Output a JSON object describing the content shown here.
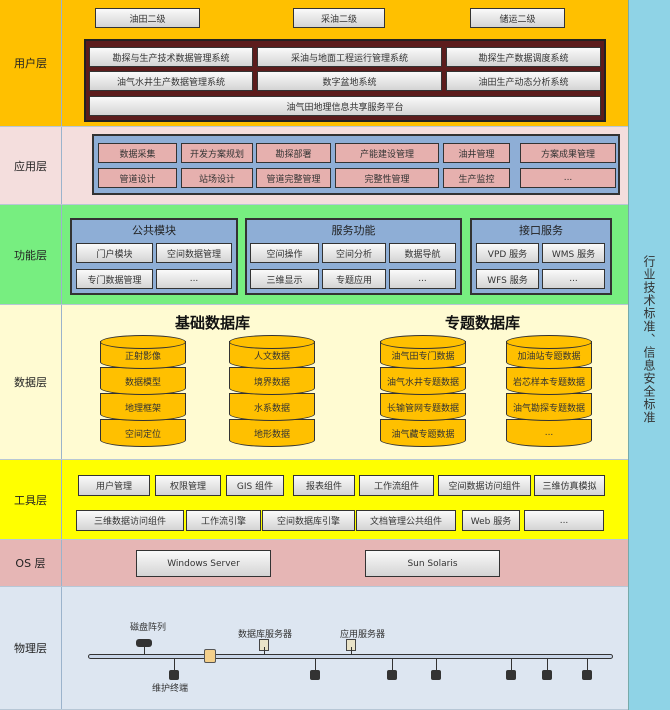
{
  "layers": {
    "user": "用户层",
    "app": "应用层",
    "func": "功能层",
    "data": "数据层",
    "tool": "工具层",
    "os": "OS 层",
    "phys": "物理层"
  },
  "user": {
    "top": [
      "油田二级",
      "采油二级",
      "储运二级"
    ],
    "systems": [
      "勘探与生产技术数据管理系统",
      "采油与地面工程运行管理系统",
      "勘探生产数据调度系统",
      "油气水井生产数据管理系统",
      "数字盆地系统",
      "油田生产动态分析系统",
      "油气田地理信息共享服务平台"
    ]
  },
  "app": {
    "items": [
      "数据采集",
      "开发方案规划",
      "勘探部署",
      "产能建设管理",
      "油井管理",
      "方案成果管理",
      "管道设计",
      "站场设计",
      "管道完整管理",
      "完整性管理",
      "生产监控",
      "..."
    ]
  },
  "func": {
    "groups": [
      {
        "title": "公共模块",
        "items": [
          "门户模块",
          "空间数据管理",
          "专门数据管理",
          "..."
        ]
      },
      {
        "title": "服务功能",
        "items": [
          "空间操作",
          "空间分析",
          "数据导航",
          "三维显示",
          "专题应用",
          "..."
        ]
      },
      {
        "title": "接口服务",
        "items": [
          "VPD 服务",
          "WMS 服务",
          "WFS 服务",
          "..."
        ]
      }
    ]
  },
  "data": {
    "basic_title": "基础数据库",
    "topic_title": "专题数据库",
    "cylinders": [
      [
        "正射影像",
        "数据模型",
        "地理框架",
        "空间定位"
      ],
      [
        "人文数据",
        "境界数据",
        "水系数据",
        "地形数据"
      ],
      [
        "油气田专门数据",
        "油气水井专题数据",
        "长输管网专题数据",
        "油气藏专题数据"
      ],
      [
        "加油站专题数据",
        "岩芯样本专题数据",
        "油气勘探专题数据",
        "..."
      ]
    ]
  },
  "tools": {
    "row1": [
      "用户管理",
      "权限管理",
      "GIS 组件",
      "报表组件",
      "工作流组件",
      "空间数据访问组件",
      "三维仿真模拟"
    ],
    "row2": [
      "三维数据访问组件",
      "工作流引擎",
      "空间数据库引擎",
      "文档管理公共组件",
      "Web 服务",
      "..."
    ]
  },
  "os": [
    "Windows Server",
    "Sun Solaris"
  ],
  "phys": {
    "storage": "磁盘阵列",
    "db_server": "数据库服务器",
    "app_server": "应用服务器",
    "maint": "维护终端"
  },
  "side": "行业技术标准、信息安全标准"
}
